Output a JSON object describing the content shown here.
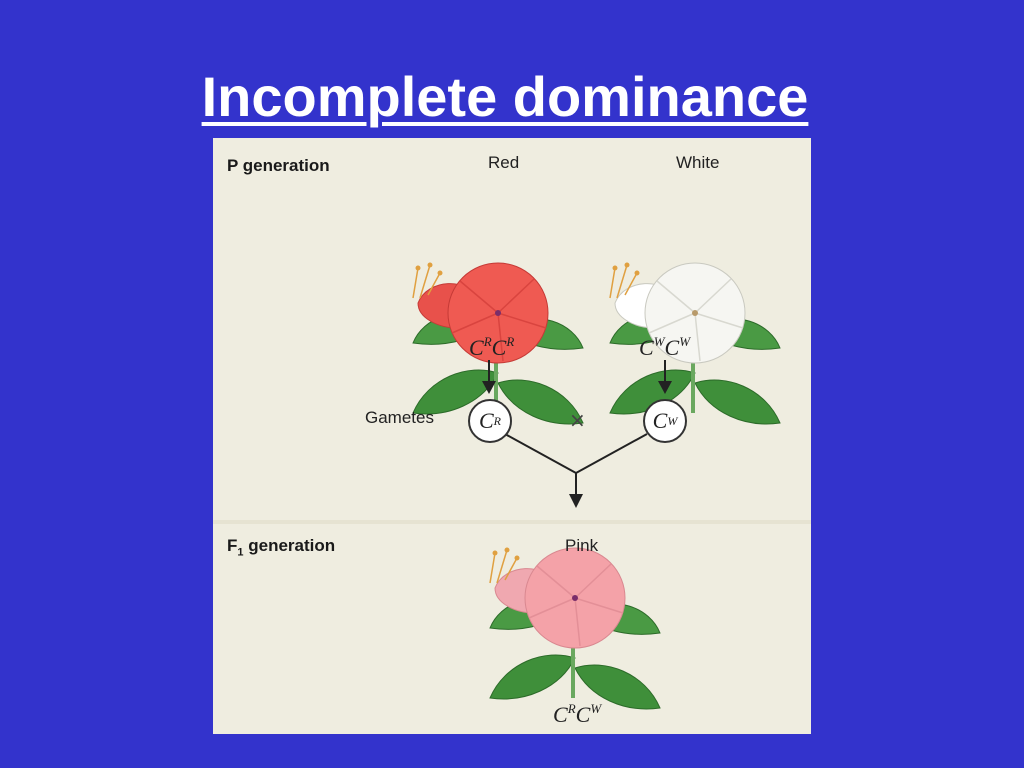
{
  "title": "Incomplete dominance",
  "p_generation": {
    "label": "P generation",
    "parent_left": {
      "color_label": "Red",
      "genotype_base1": "C",
      "genotype_sup1": "R",
      "genotype_base2": "C",
      "genotype_sup2": "R",
      "petal_color": "#ef5a52",
      "bud_color": "#e8514b"
    },
    "parent_right": {
      "color_label": "White",
      "genotype_base1": "C",
      "genotype_sup1": "W",
      "genotype_base2": "C",
      "genotype_sup2": "W",
      "petal_color": "#f6f6f2",
      "bud_color": "#ffffff"
    }
  },
  "gametes": {
    "label": "Gametes",
    "left": {
      "base": "C",
      "sup": "R"
    },
    "right": {
      "base": "C",
      "sup": "W"
    },
    "cross_symbol": "×"
  },
  "f1_generation": {
    "label_main": "F",
    "label_sub": "1",
    "label_rest": " generation",
    "offspring": {
      "color_label": "Pink",
      "genotype_base1": "C",
      "genotype_sup1": "R",
      "genotype_base2": "C",
      "genotype_sup2": "W",
      "petal_color": "#f4a2a8",
      "bud_color": "#f0a8b0"
    }
  },
  "colors": {
    "slide_background": "#3333cc",
    "figure_background": "#efede0",
    "leaf": "#3f8f3a"
  }
}
